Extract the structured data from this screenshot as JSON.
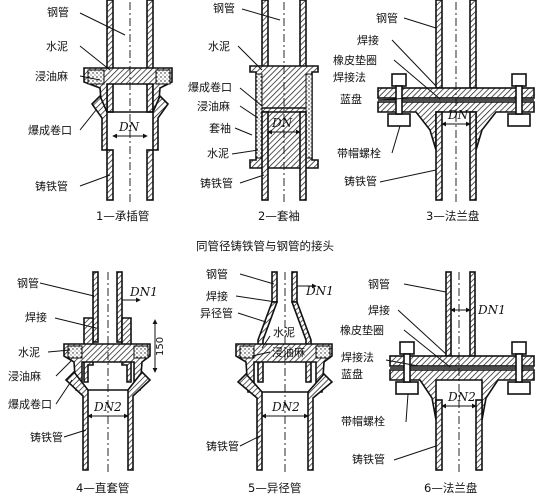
{
  "title": "同管径铸铁管与钢管的接头",
  "dn_symbol": "DN",
  "dn1_label": "DN1",
  "dn2_label": "DN2",
  "dim_150": "150",
  "panels": [
    {
      "caption": "1—承插管",
      "labels": [
        "钢管",
        "水泥",
        "浸油麻",
        "爆成卷口",
        "铸铁管"
      ]
    },
    {
      "caption": "2—套袖",
      "labels": [
        "钢管",
        "水泥",
        "爆成卷口",
        "浸油麻",
        "套袖",
        "水泥",
        "铸铁管"
      ]
    },
    {
      "caption": "3—法兰盘",
      "labels": [
        "钢管",
        "焊接",
        "橡皮垫圈",
        "焊接法",
        "蓝盘",
        "带帽螺栓",
        "铸铁管"
      ]
    },
    {
      "caption": "4—直套管",
      "labels": [
        "钢管",
        "焊接",
        "水泥",
        "浸油麻",
        "爆成卷口",
        "铸铁管"
      ]
    },
    {
      "caption": "5—异径管",
      "labels": [
        "钢管",
        "焊接",
        "异径管",
        "水泥",
        "浸油麻",
        "铸铁管"
      ]
    },
    {
      "caption": "6—法兰盘",
      "labels": [
        "钢管",
        "焊接",
        "橡皮垫圈",
        "焊接法",
        "蓝盘",
        "带帽螺栓",
        "铸铁管"
      ]
    }
  ]
}
